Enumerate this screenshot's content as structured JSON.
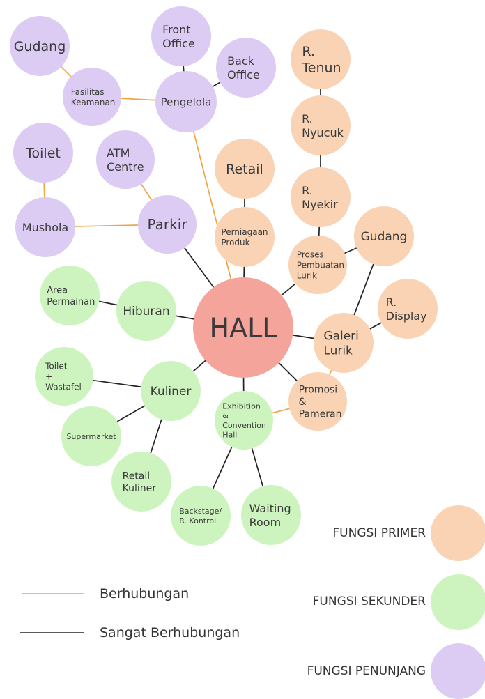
{
  "colors": {
    "primer": "#f9d3b3",
    "sekunder": "#cdf4bf",
    "penunjang": "#dccbf3",
    "hall": "#f4a49b",
    "line_orange": "#f2a444",
    "line_black": "#222222"
  },
  "nodes": [
    {
      "id": "hall",
      "lines": [
        "HALL"
      ],
      "category": "hall"
    },
    {
      "id": "gudang-left",
      "lines": [
        "Gudang"
      ],
      "category": "penunjang"
    },
    {
      "id": "front-office",
      "lines": [
        "Front",
        "Office"
      ],
      "category": "penunjang"
    },
    {
      "id": "back-office",
      "lines": [
        "Back",
        "Office"
      ],
      "category": "penunjang"
    },
    {
      "id": "fasilitas-keamanan",
      "lines": [
        "Fasilitas",
        "Keamanan"
      ],
      "category": "penunjang"
    },
    {
      "id": "pengelola",
      "lines": [
        "Pengelola"
      ],
      "category": "penunjang"
    },
    {
      "id": "toilet",
      "lines": [
        "Toilet"
      ],
      "category": "penunjang"
    },
    {
      "id": "atm-centre",
      "lines": [
        "ATM",
        "Centre"
      ],
      "category": "penunjang"
    },
    {
      "id": "mushola",
      "lines": [
        "Mushola"
      ],
      "category": "penunjang"
    },
    {
      "id": "parkir",
      "lines": [
        "Parkir"
      ],
      "category": "penunjang"
    },
    {
      "id": "r-tenun",
      "lines": [
        "R.",
        "Tenun"
      ],
      "category": "primer"
    },
    {
      "id": "r-nyucuk",
      "lines": [
        "R.",
        "Nyucuk"
      ],
      "category": "primer"
    },
    {
      "id": "retail",
      "lines": [
        "Retail"
      ],
      "category": "primer"
    },
    {
      "id": "r-nyekir",
      "lines": [
        "R.",
        "Nyekir"
      ],
      "category": "primer"
    },
    {
      "id": "perniagaan-produk",
      "lines": [
        "Perniagaan",
        "Produk"
      ],
      "category": "primer"
    },
    {
      "id": "gudang-right",
      "lines": [
        "Gudang"
      ],
      "category": "primer"
    },
    {
      "id": "proses-pembuatan-lurik",
      "lines": [
        "Proses",
        "Pembuatan",
        "Lurik"
      ],
      "category": "primer"
    },
    {
      "id": "r-display",
      "lines": [
        "R.",
        "Display"
      ],
      "category": "primer"
    },
    {
      "id": "galeri-lurik",
      "lines": [
        "Galeri",
        "Lurik"
      ],
      "category": "primer"
    },
    {
      "id": "promosi-pameran",
      "lines": [
        "Promosi",
        "&",
        "Pameran"
      ],
      "category": "primer"
    },
    {
      "id": "area-permainan",
      "lines": [
        "Area",
        "Permainan"
      ],
      "category": "sekunder"
    },
    {
      "id": "hiburan",
      "lines": [
        "Hiburan"
      ],
      "category": "sekunder"
    },
    {
      "id": "toilet-wastafel",
      "lines": [
        "Toilet",
        "+",
        "Wastafel"
      ],
      "category": "sekunder"
    },
    {
      "id": "kuliner",
      "lines": [
        "Kuliner"
      ],
      "category": "sekunder"
    },
    {
      "id": "supermarket",
      "lines": [
        "Supermarket"
      ],
      "category": "sekunder"
    },
    {
      "id": "exhibition-hall",
      "lines": [
        "Exhibition",
        "&",
        "Convention",
        "Hall"
      ],
      "category": "sekunder"
    },
    {
      "id": "retail-kuliner",
      "lines": [
        "Retail",
        "Kuliner"
      ],
      "category": "sekunder"
    },
    {
      "id": "backstage",
      "lines": [
        "Backstage/",
        "R. Kontrol"
      ],
      "category": "sekunder"
    },
    {
      "id": "waiting-room",
      "lines": [
        "Waiting",
        "Room"
      ],
      "category": "sekunder"
    }
  ],
  "edges": [
    {
      "from": "gudang-left",
      "to": "fasilitas-keamanan",
      "type": "berhubungan"
    },
    {
      "from": "fasilitas-keamanan",
      "to": "pengelola",
      "type": "berhubungan"
    },
    {
      "from": "front-office",
      "to": "pengelola",
      "type": "sangat"
    },
    {
      "from": "back-office",
      "to": "pengelola",
      "type": "sangat"
    },
    {
      "from": "pengelola",
      "to": "hall",
      "type": "berhubungan"
    },
    {
      "from": "toilet",
      "to": "mushola",
      "type": "berhubungan"
    },
    {
      "from": "atm-centre",
      "to": "parkir",
      "type": "berhubungan"
    },
    {
      "from": "mushola",
      "to": "parkir",
      "type": "berhubungan"
    },
    {
      "from": "parkir",
      "to": "hall",
      "type": "sangat"
    },
    {
      "from": "r-tenun",
      "to": "r-nyucuk",
      "type": "sangat"
    },
    {
      "from": "r-nyucuk",
      "to": "r-nyekir",
      "type": "sangat"
    },
    {
      "from": "r-nyekir",
      "to": "proses-pembuatan-lurik",
      "type": "sangat"
    },
    {
      "from": "retail",
      "to": "perniagaan-produk",
      "type": "sangat"
    },
    {
      "from": "perniagaan-produk",
      "to": "hall",
      "type": "sangat"
    },
    {
      "from": "gudang-right",
      "to": "proses-pembuatan-lurik",
      "type": "sangat"
    },
    {
      "from": "gudang-right",
      "to": "galeri-lurik",
      "type": "sangat"
    },
    {
      "from": "proses-pembuatan-lurik",
      "to": "hall",
      "type": "sangat"
    },
    {
      "from": "r-display",
      "to": "galeri-lurik",
      "type": "sangat"
    },
    {
      "from": "galeri-lurik",
      "to": "hall",
      "type": "sangat"
    },
    {
      "from": "galeri-lurik",
      "to": "promosi-pameran",
      "type": "berhubungan"
    },
    {
      "from": "promosi-pameran",
      "to": "hall",
      "type": "sangat"
    },
    {
      "from": "exhibition-hall",
      "to": "promosi-pameran",
      "type": "berhubungan"
    },
    {
      "from": "area-permainan",
      "to": "hiburan",
      "type": "sangat"
    },
    {
      "from": "hiburan",
      "to": "hall",
      "type": "sangat"
    },
    {
      "from": "toilet-wastafel",
      "to": "kuliner",
      "type": "sangat"
    },
    {
      "from": "kuliner",
      "to": "hall",
      "type": "sangat"
    },
    {
      "from": "supermarket",
      "to": "kuliner",
      "type": "sangat"
    },
    {
      "from": "retail-kuliner",
      "to": "kuliner",
      "type": "sangat"
    },
    {
      "from": "exhibition-hall",
      "to": "hall",
      "type": "sangat"
    },
    {
      "from": "exhibition-hall",
      "to": "backstage",
      "type": "sangat"
    },
    {
      "from": "exhibition-hall",
      "to": "waiting-room",
      "type": "sangat"
    }
  ],
  "legend": {
    "categories": [
      {
        "label": "FUNGSI PRIMER",
        "category": "primer"
      },
      {
        "label": "FUNGSI SEKUNDER",
        "category": "sekunder"
      },
      {
        "label": "FUNGSI PENUNJANG",
        "category": "penunjang"
      }
    ],
    "lines": [
      {
        "label": "Berhubungan",
        "type": "berhubungan"
      },
      {
        "label": "Sangat Berhubungan",
        "type": "sangat"
      }
    ]
  }
}
